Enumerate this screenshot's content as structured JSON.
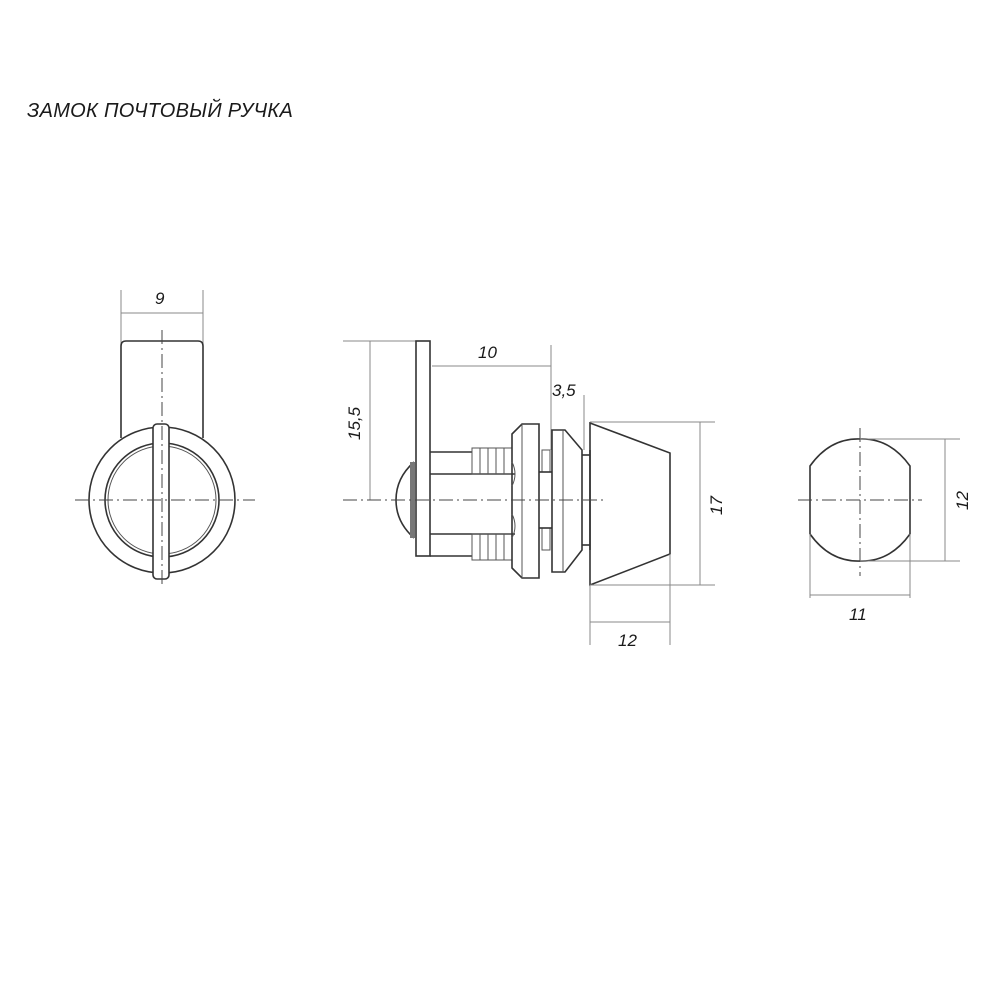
{
  "title": "ЗАМОК ПОЧТОВЫЙ РУЧКА",
  "views": {
    "front": {
      "dimensions": {
        "width": "9"
      }
    },
    "side": {
      "dimensions": {
        "height_to_axis": "15,5",
        "body_length": "10",
        "gap": "3,5",
        "handle_height": "17",
        "handle_length": "12"
      }
    },
    "end": {
      "dimensions": {
        "height": "12",
        "width": "11"
      }
    }
  },
  "colors": {
    "line": "#333333",
    "dimension": "#888888",
    "background": "#ffffff"
  }
}
